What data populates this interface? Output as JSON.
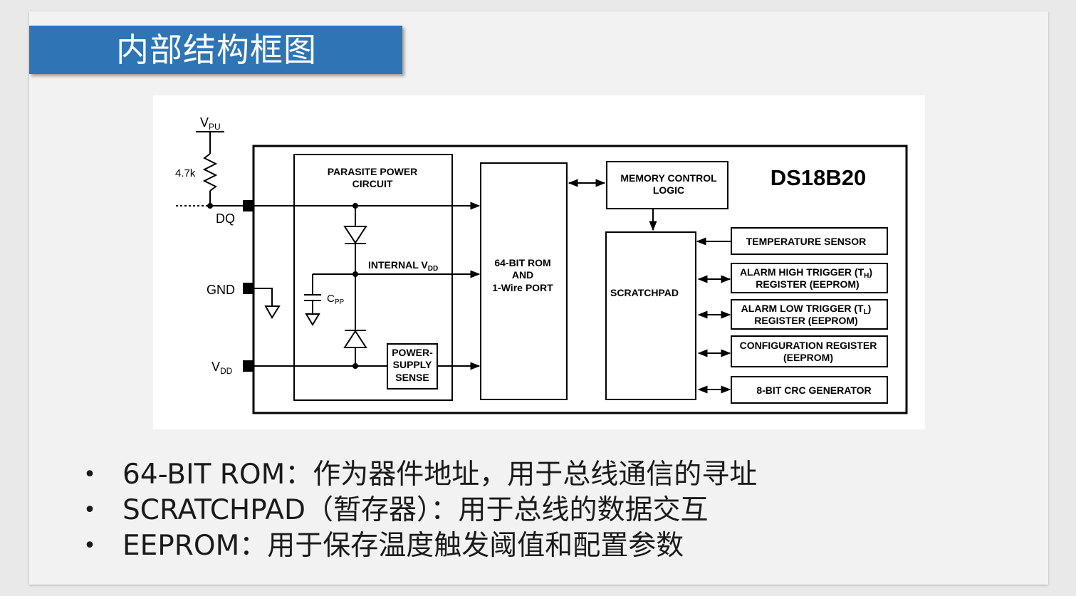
{
  "slide": {
    "title": "内部结构框图"
  },
  "diagram": {
    "vpu": "V",
    "vpu_sub": "PU",
    "resistor": "4.7k",
    "dq": "DQ",
    "gnd": "GND",
    "vdd": "V",
    "vdd_sub": "DD",
    "parasite_line1": "PARASITE POWER",
    "parasite_line2": "CIRCUIT",
    "internal_vdd": "INTERNAL V",
    "internal_vdd_sub": "DD",
    "cpp": "C",
    "cpp_sub": "PP",
    "psu_line1": "POWER-",
    "psu_line2": "SUPPLY",
    "psu_line3": "SENSE",
    "rom_line1": "64-BIT ROM",
    "rom_line2": "AND",
    "rom_line3": "1-Wire PORT",
    "mem_line1": "MEMORY CONTROL",
    "mem_line2": "LOGIC",
    "chip_name": "DS18B20",
    "scratchpad": "SCRATCHPAD",
    "temp_sensor": "TEMPERATURE SENSOR",
    "alarm_high_line1": "ALARM HIGH TRIGGER (T",
    "alarm_high_sub": "H",
    "alarm_high_close": ")",
    "alarm_high_line2": "REGISTER (EEPROM)",
    "alarm_low_line1": "ALARM LOW TRIGGER (T",
    "alarm_low_sub": "L",
    "alarm_low_close": ")",
    "alarm_low_line2": "REGISTER (EEPROM)",
    "config_line1": "CONFIGURATION REGISTER",
    "config_line2": "(EEPROM)",
    "crc": "8-BIT CRC GENERATOR"
  },
  "bullets": [
    "64-BIT ROM：作为器件地址，用于总线通信的寻址",
    "SCRATCHPAD（暂存器）：用于总线的数据交互",
    "EEPROM：用于保存温度触发阈值和配置参数"
  ],
  "bullet_symbol": "•",
  "colors": {
    "title_bar": "#2e75b6",
    "title_text": "#ffffff",
    "slide_bg": "#f2f2f2",
    "page_bg": "#e9e9e9",
    "diagram_bg": "#ffffff"
  }
}
